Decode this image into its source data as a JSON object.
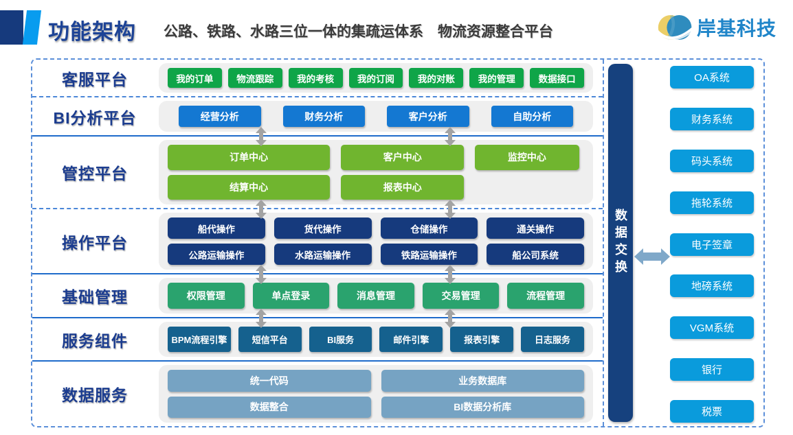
{
  "header": {
    "title": "功能架构",
    "subtitle": "公路、铁路、水路三位一体的集疏运体系　物流资源整合平台",
    "logo_text": "岸基科技"
  },
  "rows": [
    {
      "label": "客服平台",
      "color": "#0FA548",
      "buttons": [
        [
          "我的订单",
          "物流跟踪",
          "我的考核",
          "我的订阅",
          "我的对账",
          "我的管理",
          "数据接口"
        ]
      ]
    },
    {
      "label": "BI分析平台",
      "color": "#1478D2",
      "buttons": [
        [
          "经营分析",
          "财务分析",
          "客户分析",
          "自助分析"
        ]
      ]
    },
    {
      "label": "管控平台",
      "color": "#70B52F",
      "buttons": [
        [
          "订单中心",
          "客户中心",
          "监控中心"
        ],
        [
          "结算中心",
          "报表中心"
        ]
      ]
    },
    {
      "label": "操作平台",
      "color": "#163A7D",
      "buttons": [
        [
          "船代操作",
          "货代操作",
          "仓储操作",
          "通关操作"
        ],
        [
          "公路运输操作",
          "水路运输操作",
          "铁路运输操作",
          "船公司系统"
        ]
      ]
    },
    {
      "label": "基础管理",
      "color": "#2AA36E",
      "buttons": [
        [
          "权限管理",
          "单点登录",
          "消息管理",
          "交易管理",
          "流程管理"
        ]
      ]
    },
    {
      "label": "服务组件",
      "color": "#15618E",
      "buttons": [
        [
          "BPM流程引擎",
          "短信平台",
          "BI服务",
          "邮件引擎",
          "报表引擎",
          "日志服务"
        ]
      ]
    },
    {
      "label": "数据服务",
      "color": "#76A3C3",
      "buttons": [
        [
          "统一代码",
          "业务数据库"
        ],
        [
          "数据整合",
          "BI数据分析库"
        ]
      ]
    }
  ],
  "exchange_bar": {
    "label": "数据交换"
  },
  "external_systems": [
    "OA系统",
    "财务系统",
    "码头系统",
    "拖轮系统",
    "电子签章",
    "地磅系统",
    "VGM系统",
    "银行",
    "税票"
  ],
  "colors": {
    "external_blue": "#0A9BDC",
    "exchange_bar_navy": "#16417E",
    "label_blue": "#1B3C8F",
    "border_dash_blue": "#4A86D8",
    "separator_solid_blue": "#1E6BCB",
    "logo_yellow": "#EBCE67",
    "logo_blue": "#2F8CBE",
    "arrow_gray": "#A3A3A3",
    "exchange_arrow_blue": "#7FA8C9",
    "track_gray": "#EFEFEF"
  }
}
